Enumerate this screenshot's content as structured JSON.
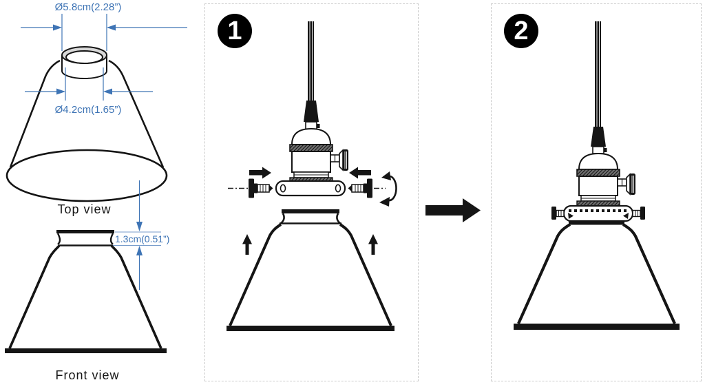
{
  "colors": {
    "accent_blue": "#3e74b5",
    "line_black": "#151515",
    "panel_border": "#c9c9c9",
    "neck_fill": "#d8d8d8",
    "badge_bg": "#000000",
    "badge_text": "#ffffff",
    "background": "#ffffff"
  },
  "dimension_diagram": {
    "outer_diameter_label": "Ø5.8cm(2.28”)",
    "inner_diameter_label": "Ø4.2cm(1.65”)",
    "fitter_height_label": "1.3cm(0.51”)",
    "top_view_caption": "Top view",
    "front_view_caption": "Front view"
  },
  "steps": [
    {
      "number": "1"
    },
    {
      "number": "2"
    }
  ]
}
